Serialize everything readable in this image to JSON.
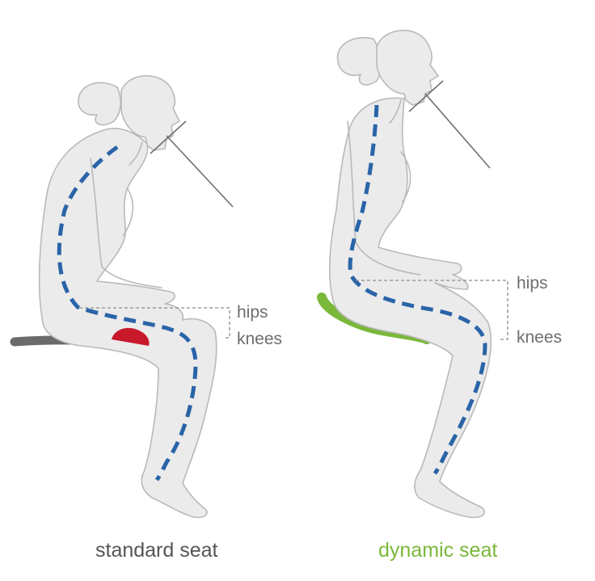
{
  "figures": [
    {
      "id": "standard",
      "caption": "standard seat",
      "caption_color": "#555555",
      "seat_color": "#6b6b6b",
      "pressure_color": "#c8192b",
      "labels": {
        "upper": "hips",
        "lower": "knees"
      }
    },
    {
      "id": "dynamic",
      "caption": "dynamic seat",
      "caption_color": "#7ab83a",
      "seat_color": "#7ab83a",
      "labels": {
        "upper": "hips",
        "lower": "knees"
      }
    }
  ],
  "colors": {
    "body_fill": "#ebebeb",
    "body_outline": "#b9b9b9",
    "spine": "#2a64a8",
    "bracket": "#8c8c8c",
    "sight_line": "#6f6f6f",
    "label_text": "#6e6e6e"
  }
}
